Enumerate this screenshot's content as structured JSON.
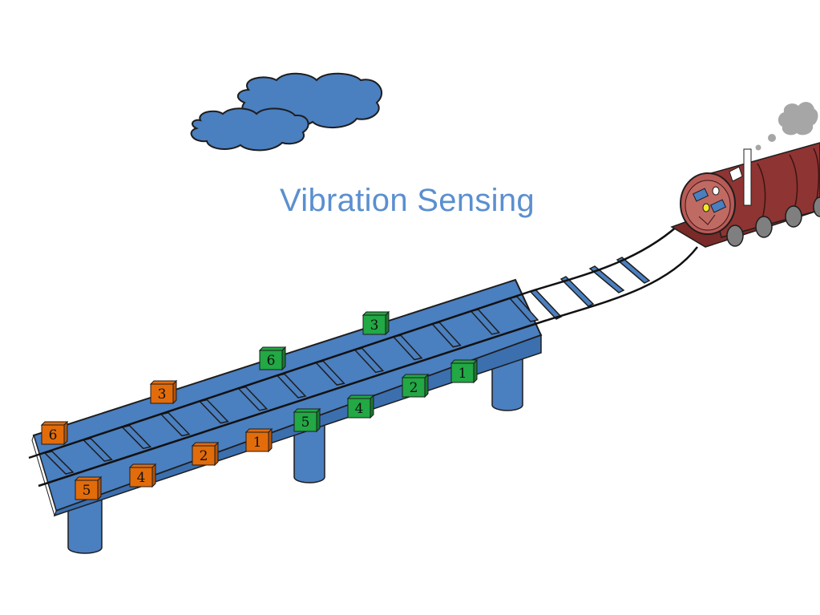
{
  "title": "Vibration Sensing",
  "colors": {
    "bridge": "#4a7fc0",
    "cloud": "#4a7fc0",
    "sensor_orange": "#e36c0a",
    "sensor_green": "#22a844",
    "train_body": "#8e3432",
    "smoke": "#a6a6a6"
  },
  "sensors_orange": [
    "6",
    "3",
    "5",
    "4",
    "2",
    "1"
  ],
  "sensors_green": [
    "3",
    "6",
    "1",
    "2",
    "4",
    "5"
  ]
}
